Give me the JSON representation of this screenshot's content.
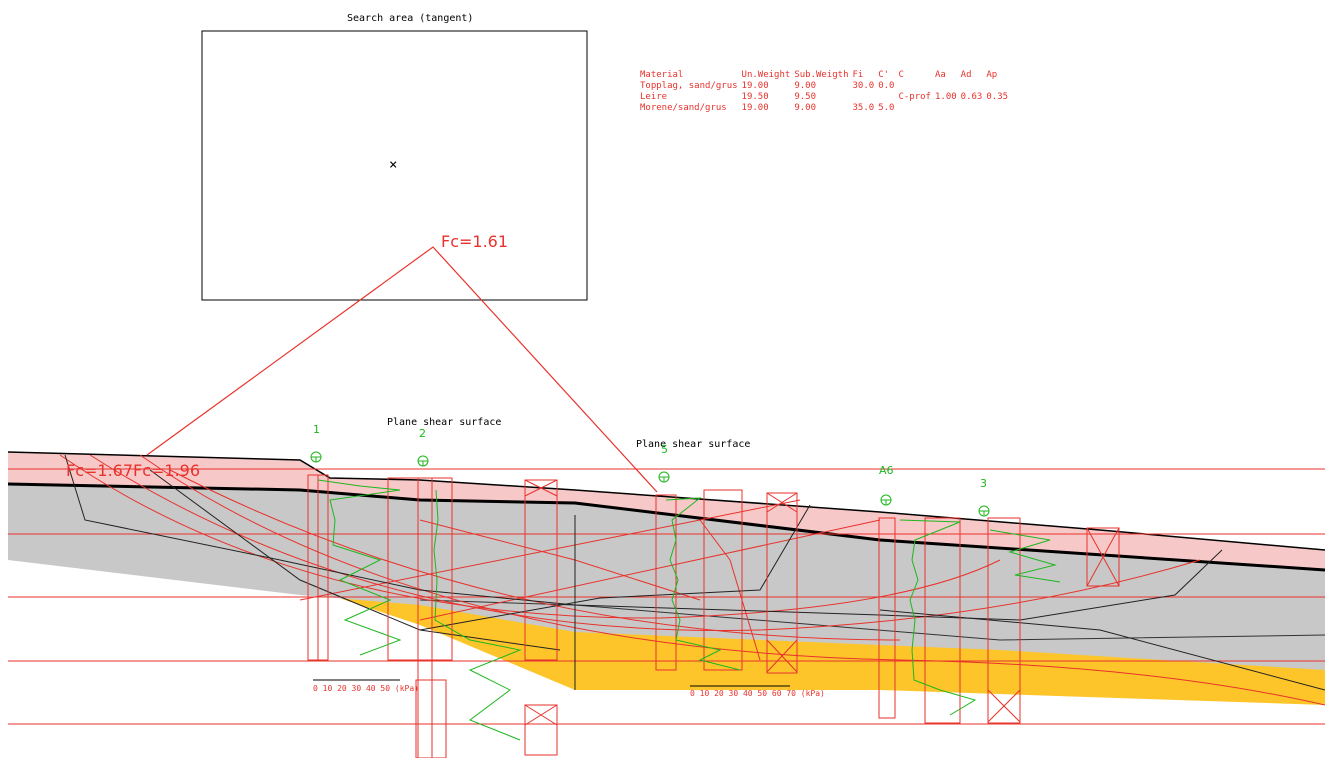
{
  "search_area": {
    "title": "Search area (tangent)",
    "marker": "×"
  },
  "factors": {
    "main": "Fc=1.61",
    "left_a": "Fc=1.67",
    "left_b": "Fc=1.96"
  },
  "shear_labels": {
    "first": "Plane shear surface",
    "second": "Plane shear surface"
  },
  "boreholes": [
    {
      "id": "bh-1",
      "label": "1"
    },
    {
      "id": "bh-2",
      "label": "2"
    },
    {
      "id": "bh-5",
      "label": "5"
    },
    {
      "id": "bh-a6",
      "label": "A6"
    },
    {
      "id": "bh-3",
      "label": "3"
    }
  ],
  "materials": {
    "headers": [
      "Material",
      "Un.Weight",
      "Sub.Weigth",
      "Fi",
      "C'",
      "C",
      "Aa",
      "Ad",
      "Ap"
    ],
    "rows": [
      [
        "Topplag, sand/grus",
        "19.00",
        "9.00",
        "30.0",
        "0.0",
        "",
        "",
        "",
        ""
      ],
      [
        "Leire",
        "19.50",
        "9.50",
        "",
        "",
        "C-prof",
        "1.00",
        "0.63",
        "0.35"
      ],
      [
        "Morene/sand/grus",
        "19.00",
        "9.00",
        "35.0",
        "5.0",
        "",
        "",
        "",
        ""
      ]
    ]
  },
  "scales": {
    "left": "0  10  20  30  40  50  (kPa)",
    "right": "0  10  20  30  40  50  60  70  (kPa)"
  },
  "colors": {
    "fill_top": "#f7c8c8",
    "fill_clay": "#c8c8c8",
    "fill_moraine": "#fdc52a",
    "line_red": "#e8322c",
    "line_green": "#1db71d"
  }
}
